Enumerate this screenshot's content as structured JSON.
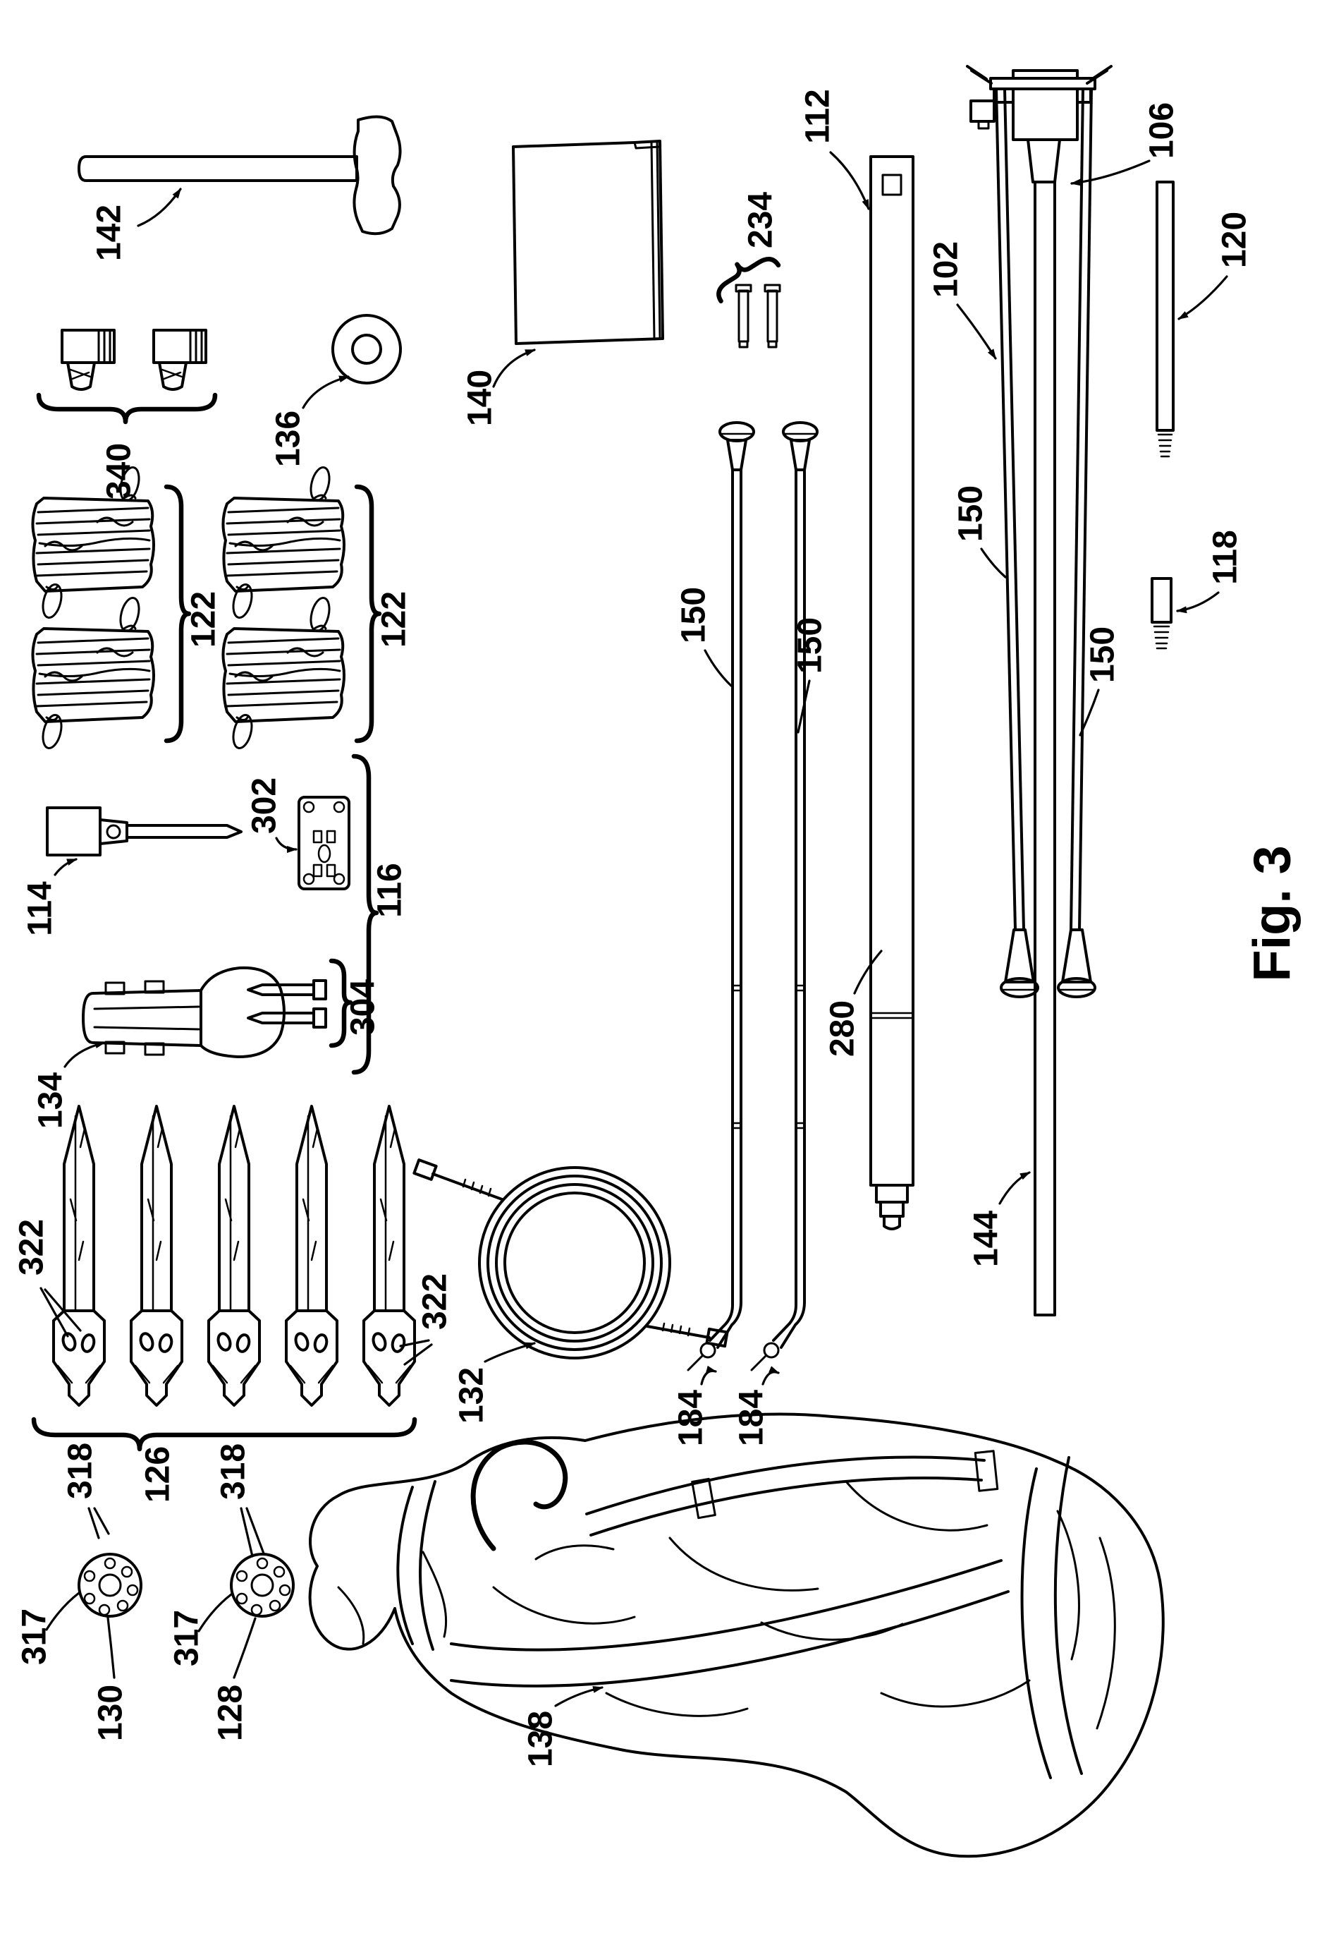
{
  "figure": {
    "caption": "Fig. 3"
  },
  "labels": {
    "102": "102",
    "106": "106",
    "112": "112",
    "114": "114",
    "116": "116",
    "118": "118",
    "120": "120",
    "122": "122",
    "126": "126",
    "128": "128",
    "130": "130",
    "132": "132",
    "134": "134",
    "136": "136",
    "138": "138",
    "140": "140",
    "142": "142",
    "144": "144",
    "150": "150",
    "184": "184",
    "234": "234",
    "280": "280",
    "302": "302",
    "304": "304",
    "317": "317",
    "318": "318",
    "322": "322",
    "340": "340"
  }
}
